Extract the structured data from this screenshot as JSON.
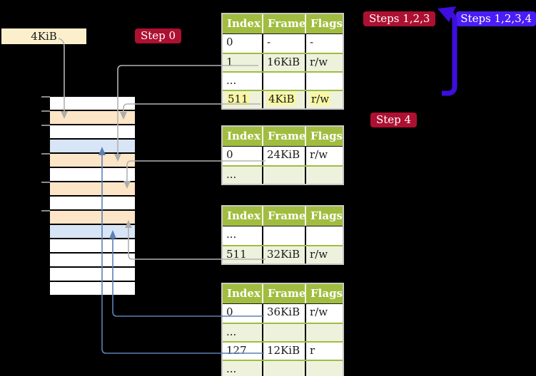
{
  "frame_box": {
    "label": "4KiB"
  },
  "badges": {
    "step0": "Step 0",
    "steps123": "Steps 1,2,3",
    "steps1234": "Steps 1,2,3,4",
    "step4": "Step 4"
  },
  "colors": {
    "background": "#000000",
    "table_header_green": "#a0bd3f",
    "table_row_green": "#eef2dd",
    "table_row_white": "#ffffff",
    "highlight_yellow": "#f9f7a2",
    "memory_frame_peach": "#fde5c7",
    "memory_frame_blue": "#d8e5f6",
    "frame_box_cream": "#fcf0cc",
    "badge_crimson": "#ad1031",
    "badge_violet_blue": "#4a1df6",
    "recursive_arrow_blue": "#3d0edd",
    "gray_arrow": "#b3b3b3",
    "steel_blue_arrow": "#5c80b8"
  },
  "memory": {
    "rows": [
      "white",
      "peach",
      "white",
      "blue",
      "peach",
      "white",
      "peach",
      "white",
      "peach",
      "blue",
      "white",
      "white",
      "white",
      "white"
    ],
    "ticks": [
      135,
      155,
      175,
      215,
      255,
      295
    ]
  },
  "tables": [
    {
      "id": "table-1",
      "headers": [
        "Index",
        "Frame",
        "Flags"
      ],
      "rows": [
        {
          "cells": [
            "0",
            "-",
            "-"
          ],
          "shade": "white",
          "highlight": false
        },
        {
          "cells": [
            "1",
            "16KiB",
            "r/w"
          ],
          "shade": "green",
          "highlight": false
        },
        {
          "cells": [
            "...",
            "",
            ""
          ],
          "shade": "white",
          "highlight": false
        },
        {
          "cells": [
            "511",
            "4KiB",
            "r/w"
          ],
          "shade": "green",
          "highlight": true
        }
      ]
    },
    {
      "id": "table-2",
      "headers": [
        "Index",
        "Frame",
        "Flags"
      ],
      "rows": [
        {
          "cells": [
            "0",
            "24KiB",
            "r/w"
          ],
          "shade": "white",
          "highlight": false
        },
        {
          "cells": [
            "...",
            "",
            ""
          ],
          "shade": "green",
          "highlight": false
        }
      ]
    },
    {
      "id": "table-3",
      "headers": [
        "Index",
        "Frame",
        "Flags"
      ],
      "rows": [
        {
          "cells": [
            "...",
            "",
            ""
          ],
          "shade": "white",
          "highlight": false
        },
        {
          "cells": [
            "511",
            "32KiB",
            "r/w"
          ],
          "shade": "green",
          "highlight": false
        }
      ]
    },
    {
      "id": "table-4",
      "headers": [
        "Index",
        "Frame",
        "Flags"
      ],
      "rows": [
        {
          "cells": [
            "0",
            "36KiB",
            "r/w"
          ],
          "shade": "white",
          "highlight": false
        },
        {
          "cells": [
            "...",
            "",
            ""
          ],
          "shade": "green",
          "highlight": false
        },
        {
          "cells": [
            "127",
            "12KiB",
            "r"
          ],
          "shade": "white",
          "highlight": false
        },
        {
          "cells": [
            "...",
            "",
            ""
          ],
          "shade": "green",
          "highlight": false
        }
      ]
    }
  ]
}
